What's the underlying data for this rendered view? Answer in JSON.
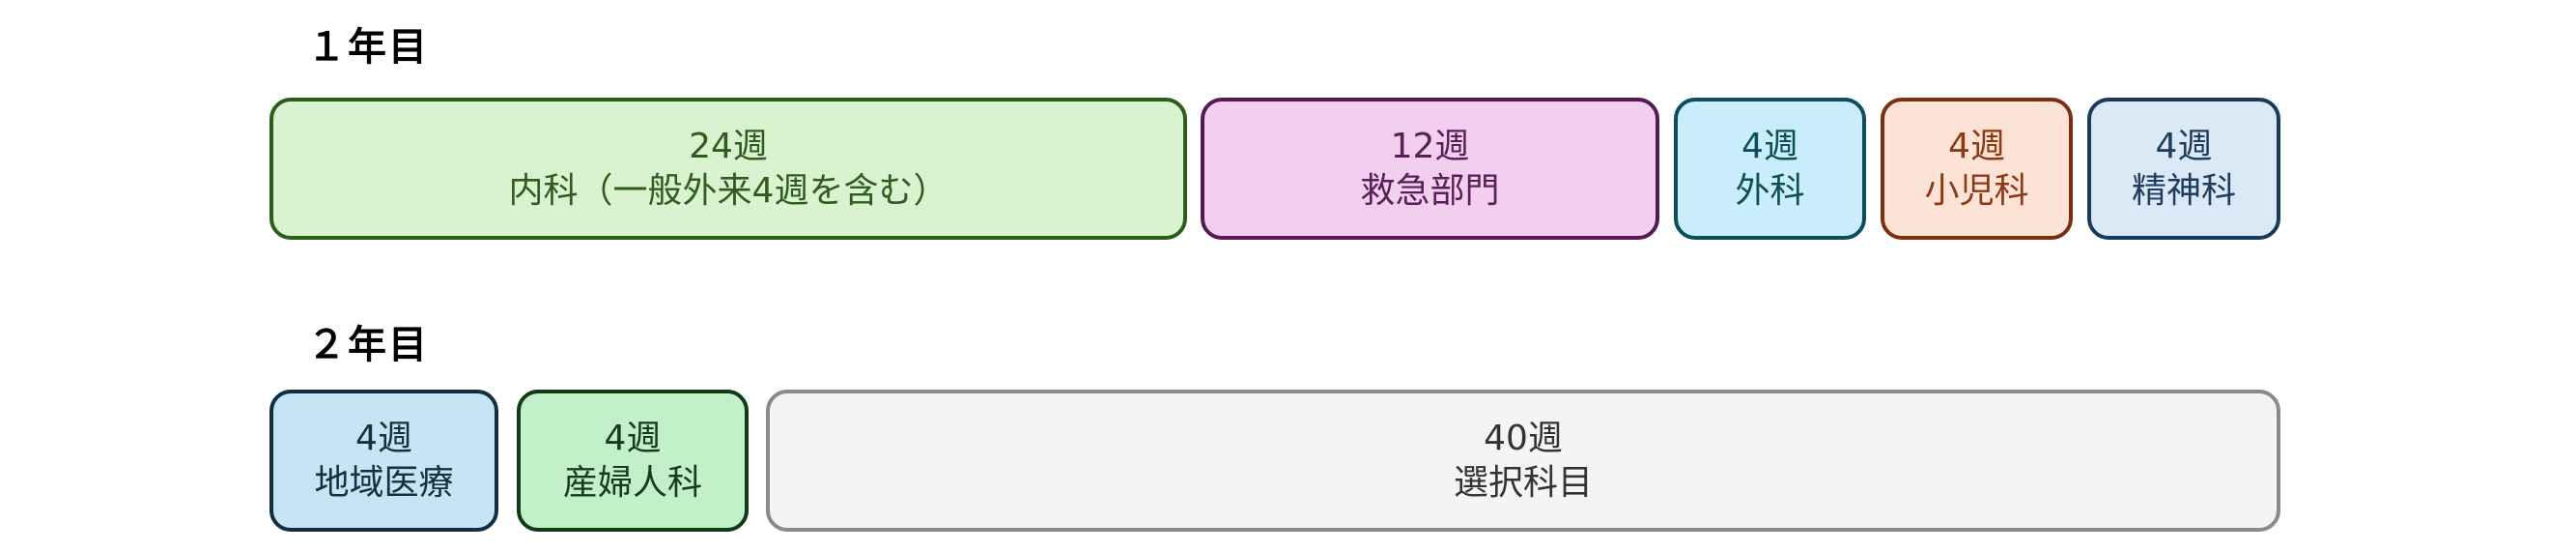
{
  "year1": {
    "label": "１年目",
    "blocks": [
      {
        "weeks": "24週",
        "dept": "内科（一般外来4週を含む）",
        "bg": "#d9f2d0",
        "border": "#2b5e1a",
        "text": "#2f5d1f"
      },
      {
        "weeks": "12週",
        "dept": "救急部門",
        "bg": "#f2cfef",
        "border": "#551a52",
        "text": "#5a1f57"
      },
      {
        "weeks": "4週",
        "dept": "外科",
        "bg": "#c9eefa",
        "border": "#0e4d5c",
        "text": "#0e4d5c"
      },
      {
        "weeks": "4週",
        "dept": "小児科",
        "bg": "#fde3d6",
        "border": "#7a2f10",
        "text": "#8a3a14"
      },
      {
        "weeks": "4週",
        "dept": "精神科",
        "bg": "#dbe8f6",
        "border": "#1a3a5c",
        "text": "#1f3d5f"
      }
    ]
  },
  "year2": {
    "label": "２年目",
    "blocks": [
      {
        "weeks": "4週",
        "dept": "地域医療",
        "bg": "#c5e4f6",
        "border": "#132e40",
        "text": "#162f42"
      },
      {
        "weeks": "4週",
        "dept": "産婦人科",
        "bg": "#c2f0c8",
        "border": "#133a18",
        "text": "#163d1b"
      },
      {
        "weeks": "40週",
        "dept": "選択科目",
        "bg": "#f4f4f4",
        "border": "#8a8a8a",
        "text": "#333333"
      }
    ]
  }
}
